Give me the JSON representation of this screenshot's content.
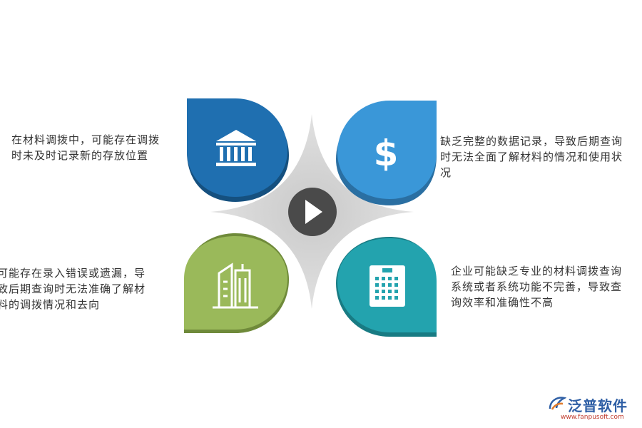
{
  "items": [
    {
      "icon": "bank-icon",
      "color": "#1f6fb0",
      "lines": [
        "在材料调拨中，可能存在调拨",
        "时未及时记录新的存放位置"
      ]
    },
    {
      "icon": "dollar-icon",
      "color": "#3a97d8",
      "lines": [
        "缺乏完整的数据记录，导致后期查询",
        "时无法全面了解材料的情况和使用状",
        "况"
      ]
    },
    {
      "icon": "buildings-icon",
      "color": "#9ab95a",
      "lines": [
        "可能存在录入错误或遗漏，导",
        "致后期查询时无法准确了解材",
        "料的调拨情况和去向"
      ]
    },
    {
      "icon": "office-building-icon",
      "color": "#23a3ae",
      "lines": [
        "企业可能缺乏专业的材料调拨查询",
        "系统或者系统功能不完善，导致查",
        "询效率和准确性不高"
      ]
    }
  ],
  "center": {
    "icon": "play-icon"
  },
  "logo": {
    "name": "泛普软件",
    "url": "www.fanpusoft.com"
  }
}
